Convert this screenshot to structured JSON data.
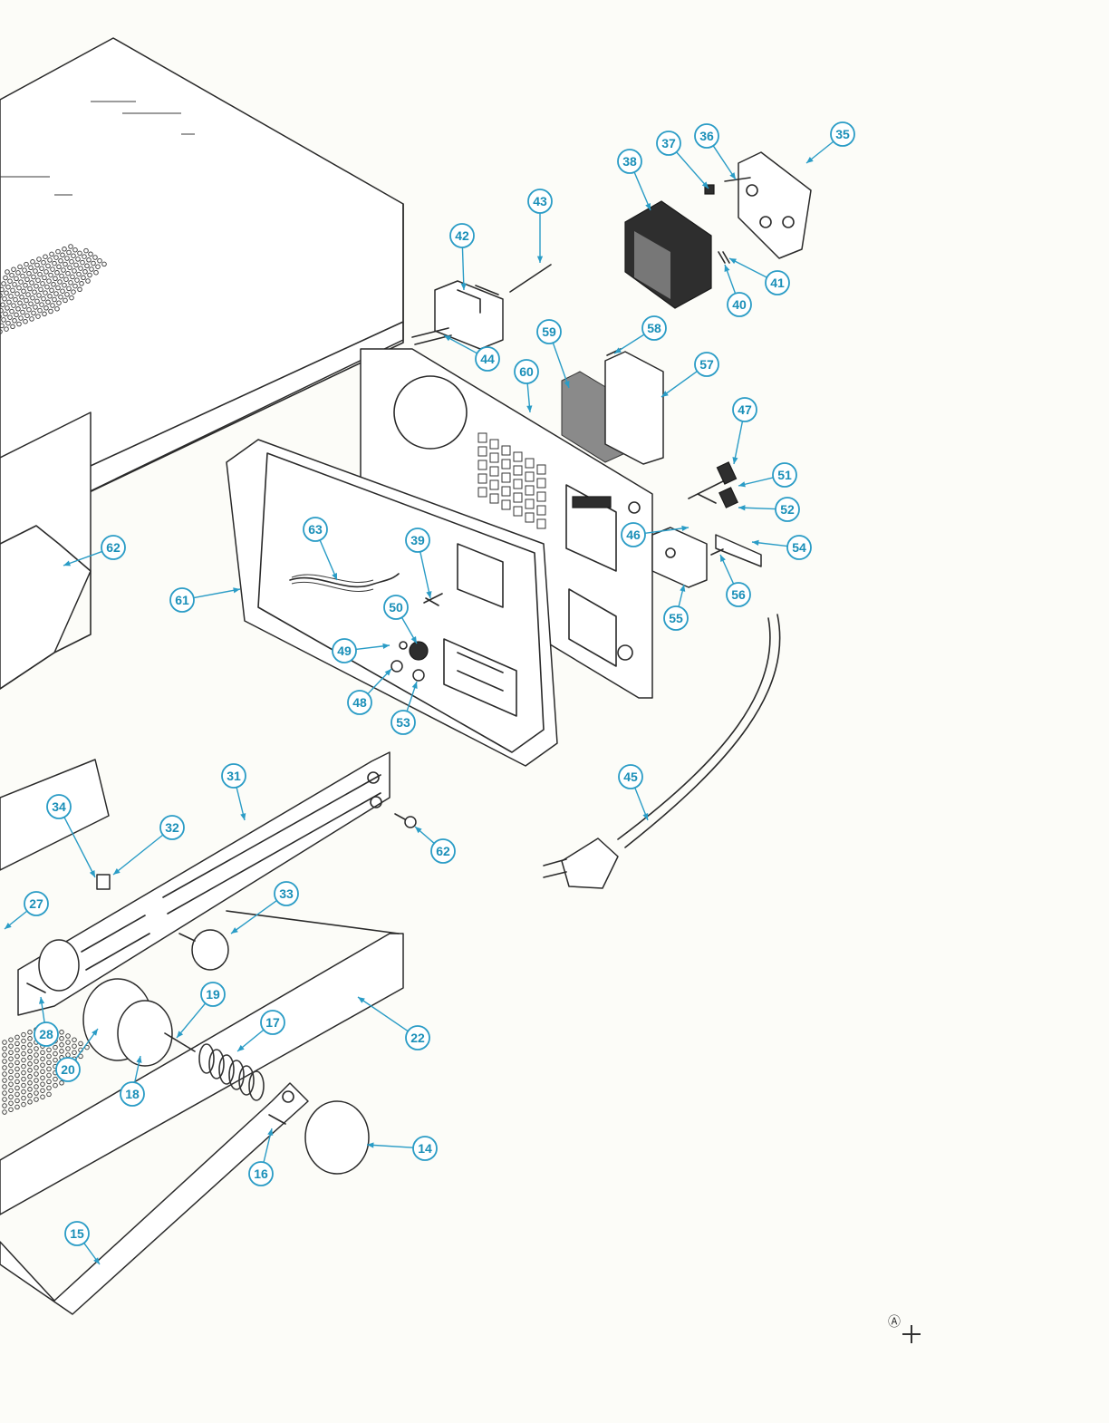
{
  "diagram": {
    "callouts": [
      {
        "label": "35"
      },
      {
        "label": "36"
      },
      {
        "label": "37"
      },
      {
        "label": "38"
      },
      {
        "label": "43"
      },
      {
        "label": "42"
      },
      {
        "label": "41"
      },
      {
        "label": "40"
      },
      {
        "label": "58"
      },
      {
        "label": "59"
      },
      {
        "label": "44"
      },
      {
        "label": "60"
      },
      {
        "label": "57"
      },
      {
        "label": "47"
      },
      {
        "label": "51"
      },
      {
        "label": "52"
      },
      {
        "label": "46"
      },
      {
        "label": "54"
      },
      {
        "label": "62"
      },
      {
        "label": "63"
      },
      {
        "label": "39"
      },
      {
        "label": "56"
      },
      {
        "label": "61"
      },
      {
        "label": "50"
      },
      {
        "label": "55"
      },
      {
        "label": "49"
      },
      {
        "label": "48"
      },
      {
        "label": "53"
      },
      {
        "label": "45"
      },
      {
        "label": "31"
      },
      {
        "label": "34"
      },
      {
        "label": "32"
      },
      {
        "label": "62"
      },
      {
        "label": "27"
      },
      {
        "label": "33"
      },
      {
        "label": "28"
      },
      {
        "label": "19"
      },
      {
        "label": "17"
      },
      {
        "label": "22"
      },
      {
        "label": "20"
      },
      {
        "label": "18"
      },
      {
        "label": "14"
      },
      {
        "label": "16"
      },
      {
        "label": "15"
      }
    ],
    "corner_mark": {
      "symbol": "Ⓐ",
      "icon": "crosshair-icon"
    }
  }
}
